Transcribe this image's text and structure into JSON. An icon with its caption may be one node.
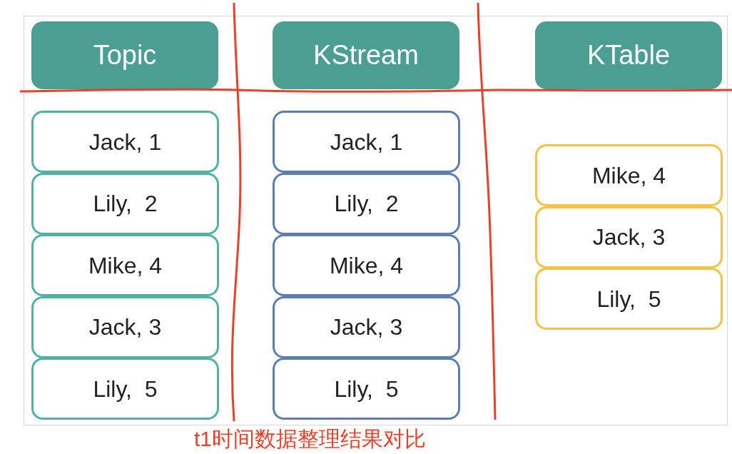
{
  "diagram": {
    "caption": "t1时间数据整理结果对比",
    "nodes": [
      {
        "text": [
          "Topic"
        ]
      },
      {
        "text": [
          "KStream"
        ]
      },
      {
        "text": [
          "KTable"
        ]
      },
      {
        "text": [
          "Jack, 1"
        ]
      },
      {
        "text": [
          "Lily,  2"
        ]
      },
      {
        "text": [
          "Mike, 4"
        ]
      },
      {
        "text": [
          "Jack, 3"
        ]
      },
      {
        "text": [
          "Lily,  5"
        ]
      },
      {
        "text": [
          "Jack, 1"
        ]
      },
      {
        "text": [
          "Lily,  2"
        ]
      },
      {
        "text": [
          "Mike, 4"
        ]
      },
      {
        "text": [
          "Jack, 3"
        ]
      },
      {
        "text": [
          "Lily,  5"
        ]
      },
      {
        "text": [
          "Mike, 4"
        ]
      },
      {
        "text": [
          "Jack, 3"
        ]
      },
      {
        "text": [
          "Lily,  5"
        ]
      }
    ]
  }
}
